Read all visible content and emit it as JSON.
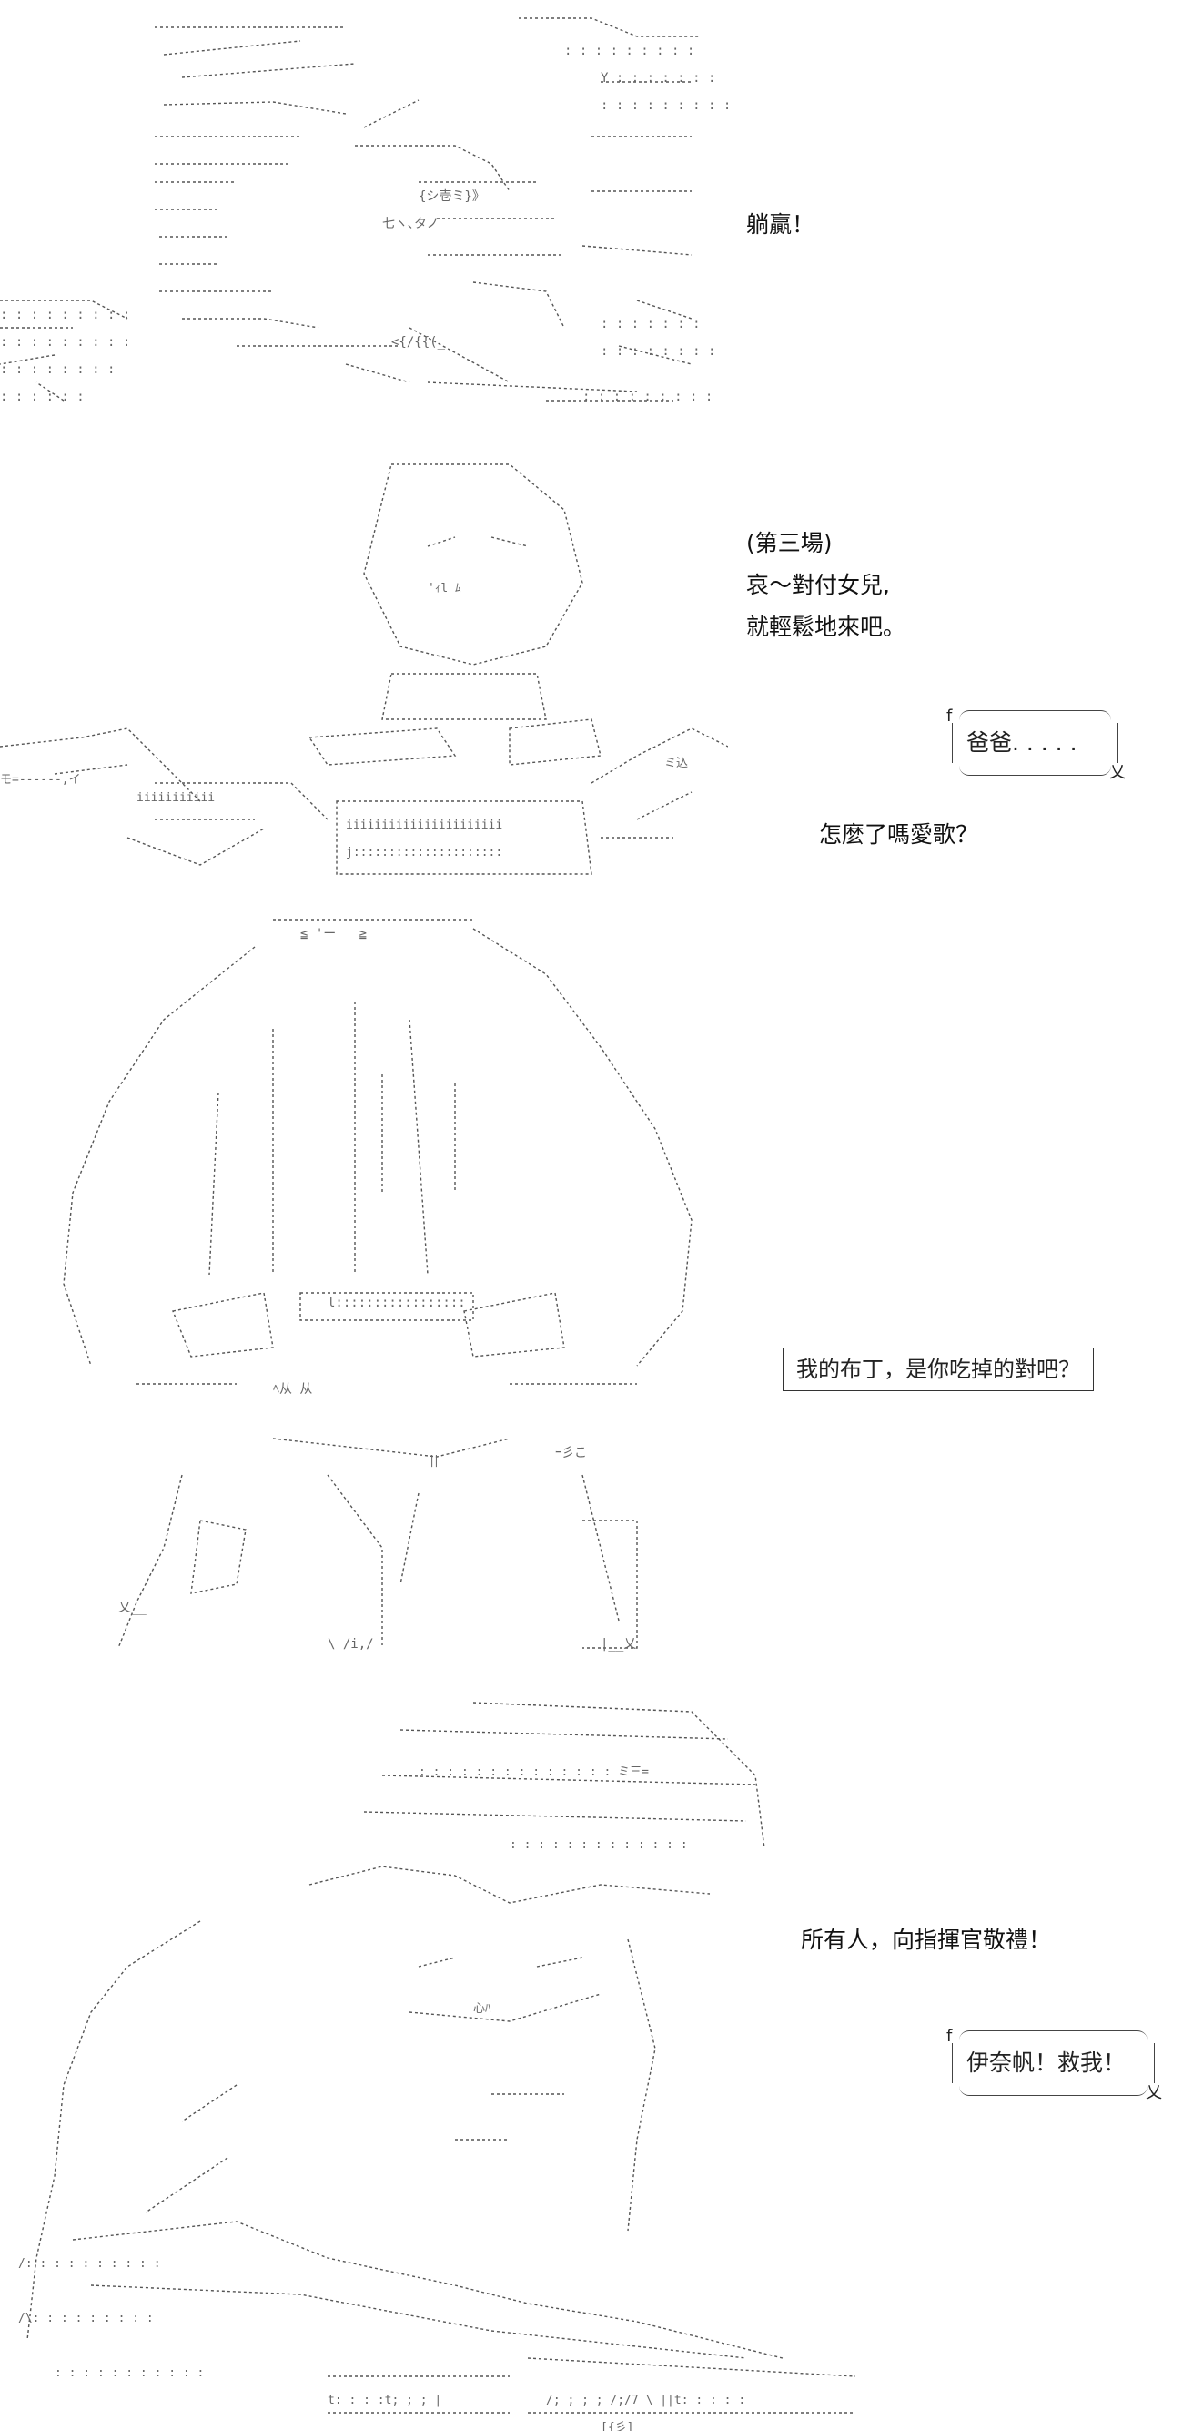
{
  "panels": [
    {
      "captions": [
        "躺贏！"
      ],
      "boxes": []
    },
    {
      "captions": [
        "(第三場)",
        "哀～對付女兒,",
        "就輕鬆地來吧。",
        "怎麼了嗎愛歌？"
      ],
      "boxes": [
        {
          "type": "scroll",
          "text": "爸爸. . . . ."
        }
      ]
    },
    {
      "captions": [],
      "boxes": [
        {
          "type": "square",
          "text": "我的布丁，是你吃掉的對吧？"
        }
      ]
    },
    {
      "captions": [
        "所有人，向指揮官敬禮！"
      ],
      "boxes": [
        {
          "type": "scroll",
          "text": "伊奈帆！救我！"
        }
      ]
    }
  ]
}
